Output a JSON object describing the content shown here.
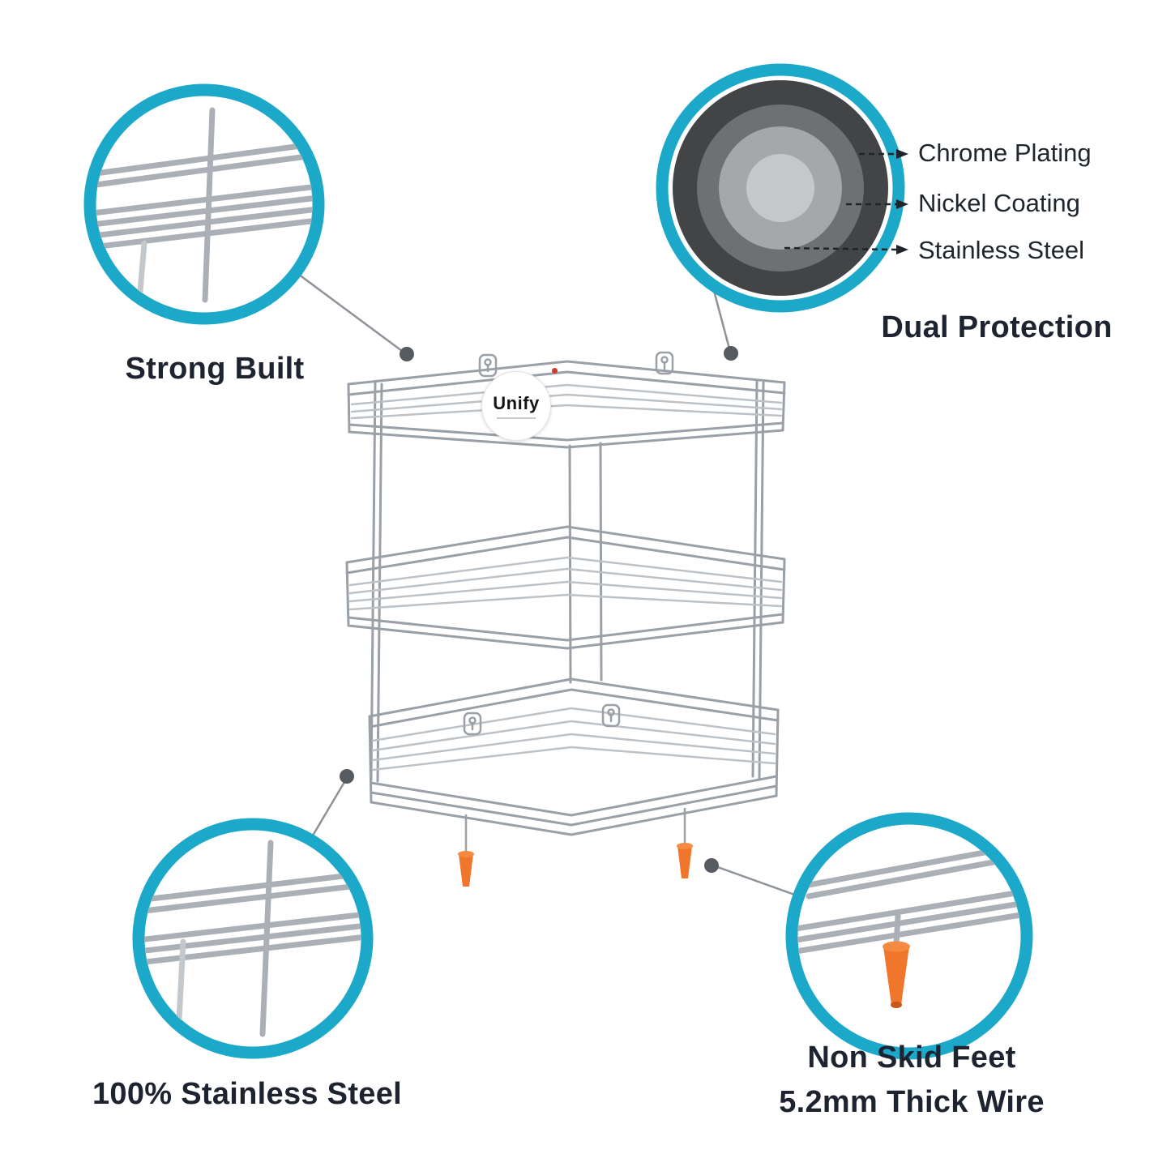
{
  "brand": {
    "logo_text": "Unify"
  },
  "callouts": {
    "strong_built": {
      "label": "Strong Built"
    },
    "dual_protection": {
      "title": "Dual Protection",
      "layers": [
        {
          "label": "Chrome Plating",
          "color": "#434446"
        },
        {
          "label": "Nickel Coating",
          "color": "#6f7072"
        },
        {
          "label": "Stainless Steel",
          "color": "#a6a7a9"
        }
      ]
    },
    "stainless_steel": {
      "label": "100% Stainless Steel"
    },
    "non_skid": {
      "line1": "Non Skid Feet",
      "line2": "5.2mm Thick Wire"
    }
  },
  "colors": {
    "accent_teal": "#1CA8C9",
    "wire_gray": "#9AA0A7",
    "foot_orange": "#F0762C",
    "text_dark": "#1D2430"
  }
}
